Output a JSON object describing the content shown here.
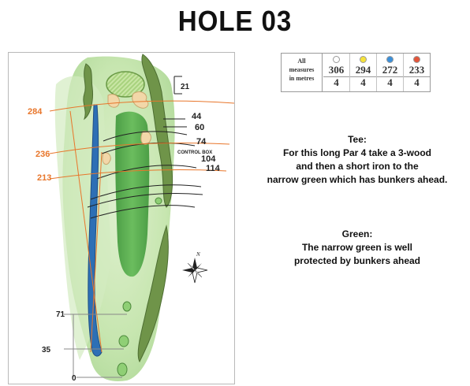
{
  "title": "HOLE 03",
  "scorecard": {
    "label_lines": [
      "All",
      "measures",
      "in metres"
    ],
    "tees": [
      {
        "color": "#ffffff",
        "distance": "306",
        "par": "4"
      },
      {
        "color": "#f5e23a",
        "distance": "294",
        "par": "4"
      },
      {
        "color": "#3b8fd9",
        "distance": "272",
        "par": "4"
      },
      {
        "color": "#e2553a",
        "distance": "233",
        "par": "4"
      }
    ]
  },
  "tee_text": {
    "heading": "Tee:",
    "lines": [
      "For this long Par 4 take a 3-wood",
      "and then a short iron to the",
      "narrow green which has bunkers ahead."
    ]
  },
  "green_text": {
    "heading": "Green:",
    "lines": [
      "The narrow green is well",
      "protected by bunkers ahead"
    ]
  },
  "map": {
    "orange_marks": [
      "284",
      "236",
      "213"
    ],
    "black_marks": [
      "21",
      "44",
      "60",
      "74",
      "104",
      "114"
    ],
    "control_box": "CONTROL BOX",
    "tee_marks": [
      "71",
      "35",
      "0"
    ],
    "compass": "N",
    "colors": {
      "orange": "#e8762b",
      "rough": "#bfe2a6",
      "fairway": "#5fb157",
      "trees": "#6f9449",
      "water": "#2d6fb5",
      "bunker": "#f2d7a8"
    }
  }
}
